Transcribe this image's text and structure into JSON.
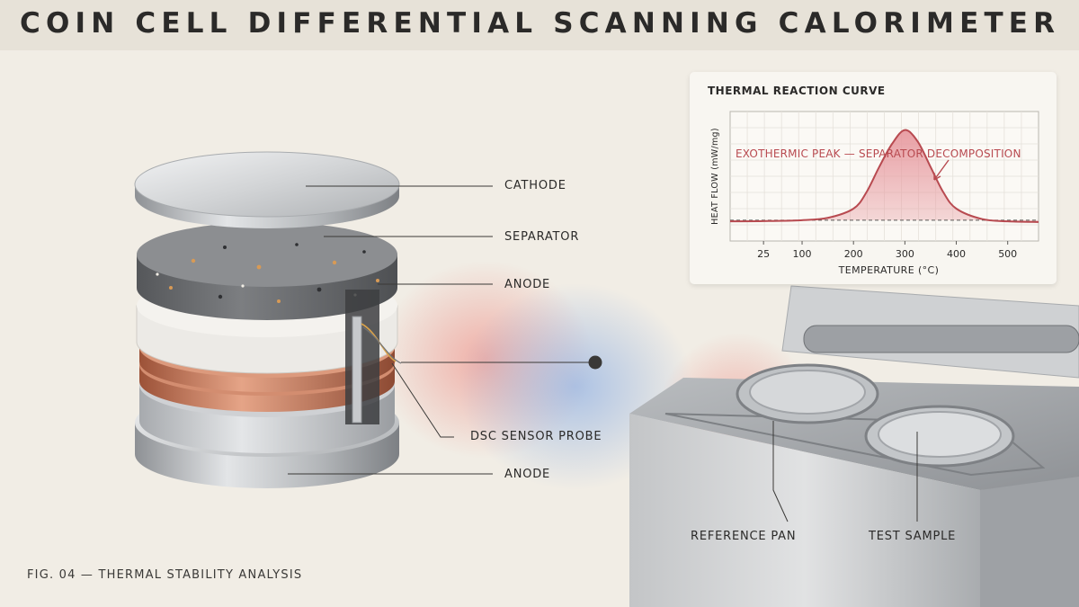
{
  "title": "COIN CELL DIFFERENTIAL SCANNING CALORIMETER",
  "caption": "FIG. 04 — THERMAL STABILITY ANALYSIS",
  "labels": {
    "cathode": "CATHODE",
    "separator": "SEPARATOR",
    "anode_top": "ANODE",
    "sensor": "DSC SENSOR PROBE",
    "anode_bottom": "ANODE",
    "reference_pan": "REFERENCE PAN",
    "test_sample": "TEST SAMPLE"
  },
  "colors": {
    "curve": "#b84a50",
    "curve_fill": "#e79aa0",
    "steel": "#c9cbcd",
    "copper": "#c77b5e",
    "separator_grey": "#6f7174"
  },
  "chart_data": {
    "type": "area",
    "title": "THERMAL REACTION CURVE",
    "xlabel": "TEMPERATURE (°C)",
    "ylabel": "HEAT FLOW (mW/mg)",
    "xticks": [
      "25",
      "100",
      "200",
      "300",
      "400",
      "500"
    ],
    "annotation": "EXOTHERMIC PEAK — SEPARATOR DECOMPOSITION",
    "grid": true,
    "series": [
      {
        "x": [
          -40,
          25,
          100,
          150,
          200,
          225,
          250,
          275,
          300,
          325,
          350,
          375,
          400,
          450,
          500,
          560
        ],
        "y": [
          0.05,
          0.06,
          0.1,
          0.2,
          0.6,
          1.3,
          2.4,
          3.4,
          4.0,
          3.5,
          2.4,
          1.3,
          0.6,
          0.15,
          0.05,
          0.02
        ]
      }
    ],
    "baseline": 0.1,
    "xlim": [
      -40,
      560
    ],
    "ylim": [
      -0.8,
      4.8
    ]
  }
}
